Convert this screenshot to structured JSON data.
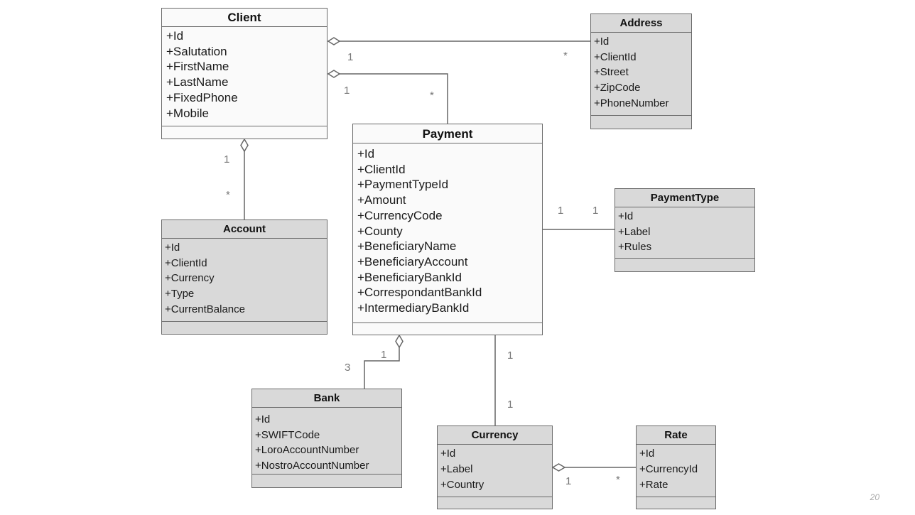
{
  "classes": {
    "client": {
      "name": "Client",
      "attributes": [
        "+Id",
        "+Salutation",
        "+FirstName",
        "+LastName",
        "+FixedPhone",
        "+Mobile"
      ]
    },
    "address": {
      "name": "Address",
      "attributes": [
        "+Id",
        "+ClientId",
        "+Street",
        "+ZipCode",
        "+PhoneNumber"
      ]
    },
    "payment": {
      "name": "Payment",
      "attributes": [
        "+Id",
        "+ClientId",
        "+PaymentTypeId",
        "+Amount",
        "+CurrencyCode",
        "+County",
        "+BeneficiaryName",
        "+BeneficiaryAccount",
        "+BeneficiaryBankId",
        "+CorrespondantBankId",
        "+IntermediaryBankId"
      ]
    },
    "account": {
      "name": "Account",
      "attributes": [
        "+Id",
        "+ClientId",
        "+Currency",
        "+Type",
        "+CurrentBalance"
      ]
    },
    "payment_type": {
      "name": "PaymentType",
      "attributes": [
        "+Id",
        "+Label",
        "+Rules"
      ]
    },
    "bank": {
      "name": "Bank",
      "attributes": [
        "+Id",
        "+SWIFTCode",
        "+LoroAccountNumber",
        "+NostroAccountNumber"
      ]
    },
    "currency": {
      "name": "Currency",
      "attributes": [
        "+Id",
        "+Label",
        "+Country"
      ]
    },
    "rate": {
      "name": "Rate",
      "attributes": [
        "+Id",
        "+CurrencyId",
        "+Rate"
      ]
    }
  },
  "multiplicities": {
    "client_address_client": "1",
    "client_address_address": "*",
    "client_payment_client": "1",
    "client_payment_payment": "*",
    "client_account_client": "1",
    "client_account_account": "*",
    "payment_type_payment": "1",
    "payment_type_type": "1",
    "payment_bank_payment": "1",
    "payment_bank_bank": "3",
    "payment_currency_payment": "1",
    "payment_currency_currency": "1",
    "currency_rate_currency": "1",
    "currency_rate_rate": "*"
  },
  "page_number": "20"
}
